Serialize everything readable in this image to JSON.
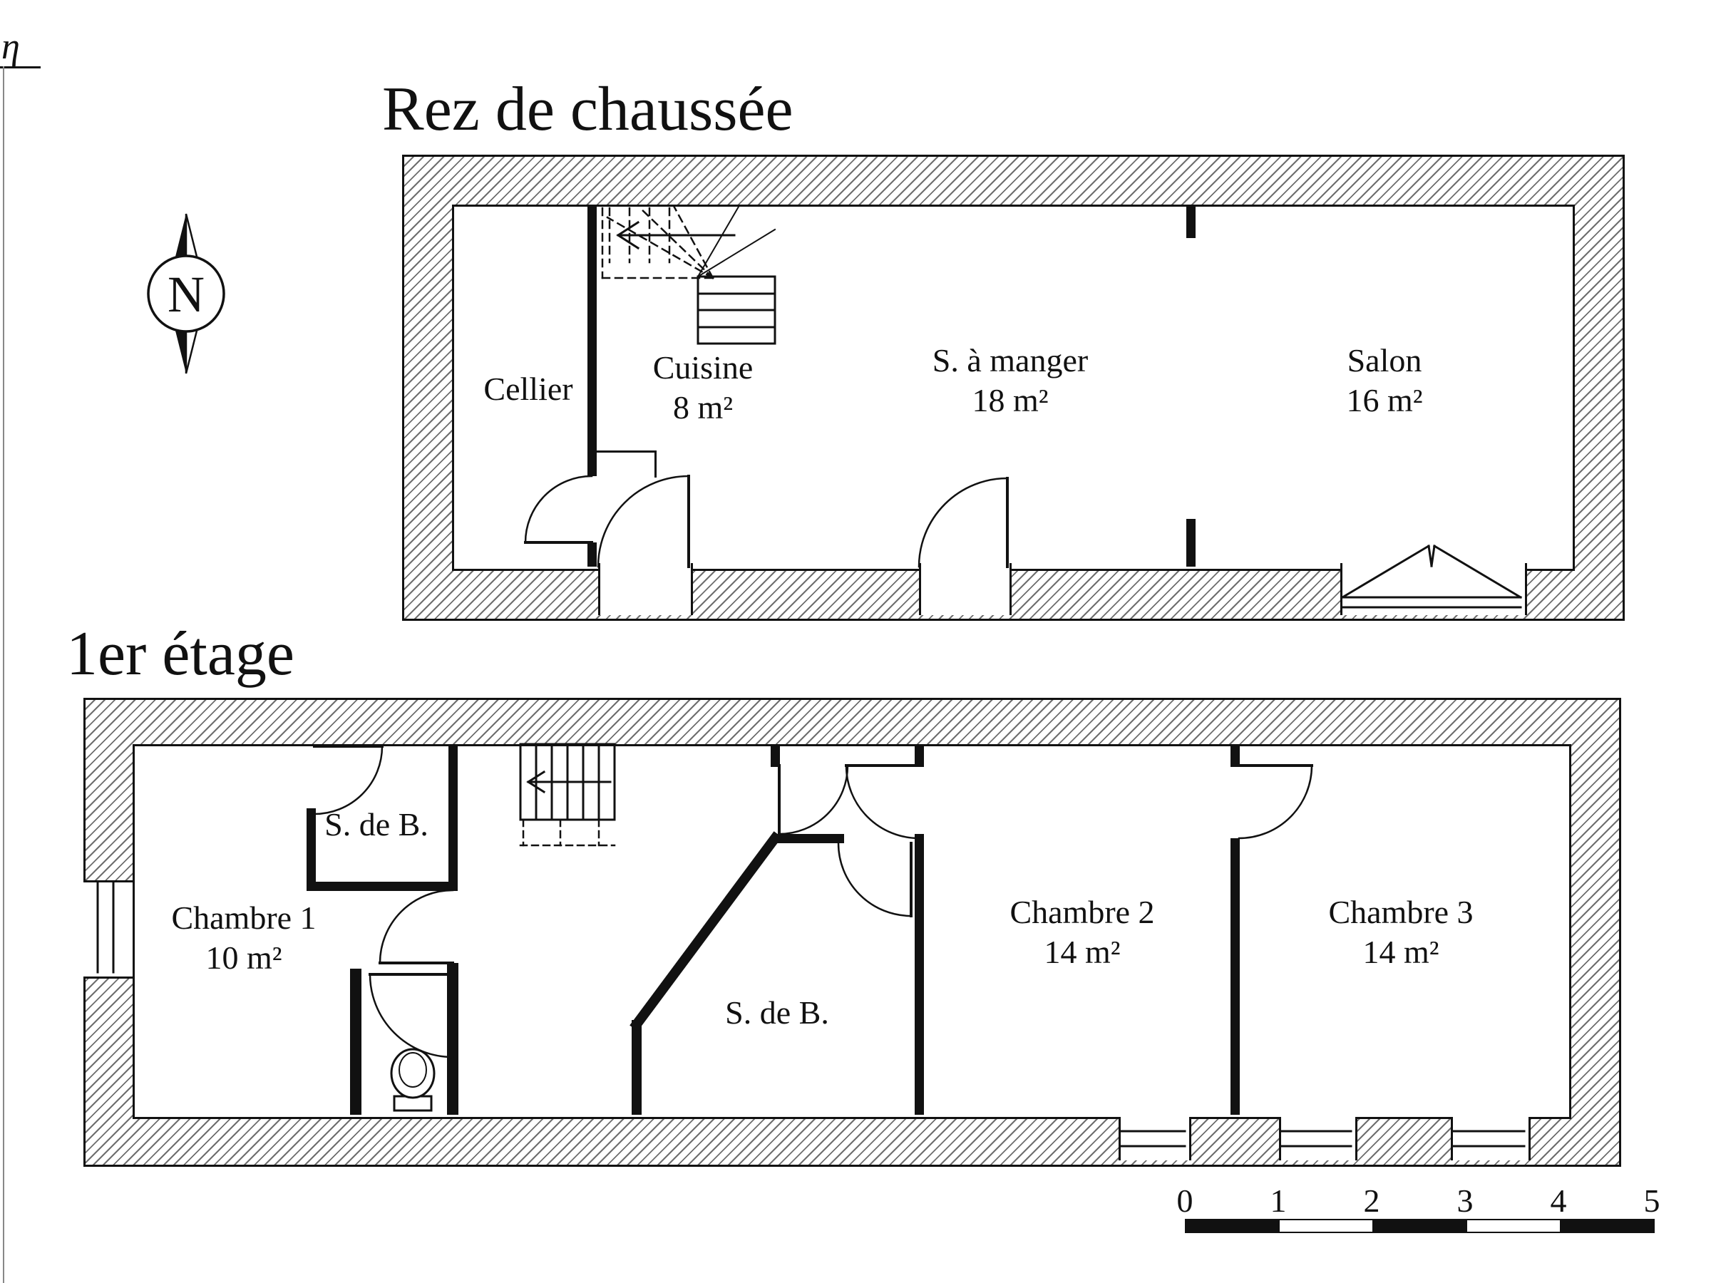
{
  "artifact": {
    "glyph": "η"
  },
  "compass": {
    "label": "N"
  },
  "ground_floor": {
    "title": "Rez de chaussée",
    "rooms": {
      "cellier": {
        "name": "Cellier"
      },
      "cuisine": {
        "name": "Cuisine",
        "area": "8 m²"
      },
      "salle_a_manger": {
        "name": "S. à manger",
        "area": "18 m²"
      },
      "salon": {
        "name": "Salon",
        "area": "16 m²"
      }
    }
  },
  "first_floor": {
    "title": "1er étage",
    "rooms": {
      "chambre1": {
        "name": "Chambre 1",
        "area": "10 m²"
      },
      "sdb_small": {
        "name": "S. de B."
      },
      "sdb_large": {
        "name": "S. de B."
      },
      "chambre2": {
        "name": "Chambre 2",
        "area": "14 m²"
      },
      "chambre3": {
        "name": "Chambre 3",
        "area": "14 m²"
      }
    }
  },
  "scale_bar": {
    "ticks": [
      "0",
      "1",
      "2",
      "3",
      "4",
      "5"
    ]
  }
}
